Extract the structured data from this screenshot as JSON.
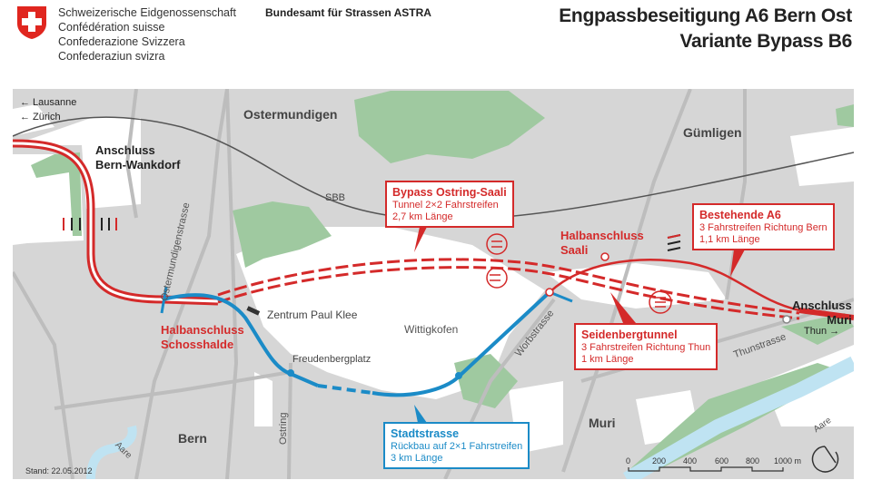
{
  "header": {
    "federation_lines": [
      "Schweizerische Eidgenossenschaft",
      "Confédération suisse",
      "Confederazione Svizzera",
      "Confederaziun svizra"
    ],
    "office": "Bundesamt für Strassen ASTRA",
    "title_line1": "Engpassbeseitigung A6 Bern Ost",
    "title_line2": "Variante Bypass B6"
  },
  "map": {
    "directions": {
      "lausanne": "← Lausanne",
      "zurich": "← Zürich",
      "thun": "Thun →"
    },
    "places": {
      "ostermundigen": "Ostermundigen",
      "guemligen": "Gümligen",
      "bern": "Bern",
      "muri": "Muri",
      "wittigkofen": "Wittigkofen"
    },
    "streets": {
      "ostermundigenstrasse": "Ostermundigenstrasse",
      "ostring": "Ostring",
      "worbstrasse": "Worbstrasse",
      "thunstrasse": "Thunstrasse",
      "freudenbergplatz": "Freudenbergplatz",
      "sbb": "SBB",
      "aare": "Aare"
    },
    "junctions": {
      "wankdorf": [
        "Anschluss",
        "Bern-Wankdorf"
      ],
      "muri": [
        "Anschluss",
        "Muri"
      ],
      "schosshalde": [
        "Halbanschluss",
        "Schosshalde"
      ],
      "saali": [
        "Halbanschluss",
        "Saali"
      ]
    },
    "landmark": "Zentrum Paul Klee",
    "callouts": {
      "bypass": {
        "title": "Bypass Ostring-Saali",
        "lines": [
          "Tunnel 2×2 Fahrstreifen",
          "2,7 km Länge"
        ]
      },
      "a6": {
        "title": "Bestehende A6",
        "lines": [
          "3 Fahrstreifen Richtung Bern",
          "1,1 km Länge"
        ]
      },
      "seidenberg": {
        "title": "Seidenbergtunnel",
        "lines": [
          "3 Fahrstreifen Richtung Thun",
          "1 km Länge"
        ]
      },
      "stadtstrasse": {
        "title": "Stadtstrasse",
        "lines": [
          "Rückbau auf 2×1 Fahrstreifen",
          "3 km Länge"
        ]
      }
    },
    "scale": {
      "ticks": [
        "0",
        "200",
        "400",
        "600",
        "800",
        "1000 m"
      ]
    },
    "date": "Stand: 22.05.2012",
    "colors": {
      "motorway": "#d42a2a",
      "city_road": "#1b8bc7",
      "built_area": "#d6d6d6",
      "forest": "#9fc9a0",
      "water": "#bfe3f2"
    }
  }
}
